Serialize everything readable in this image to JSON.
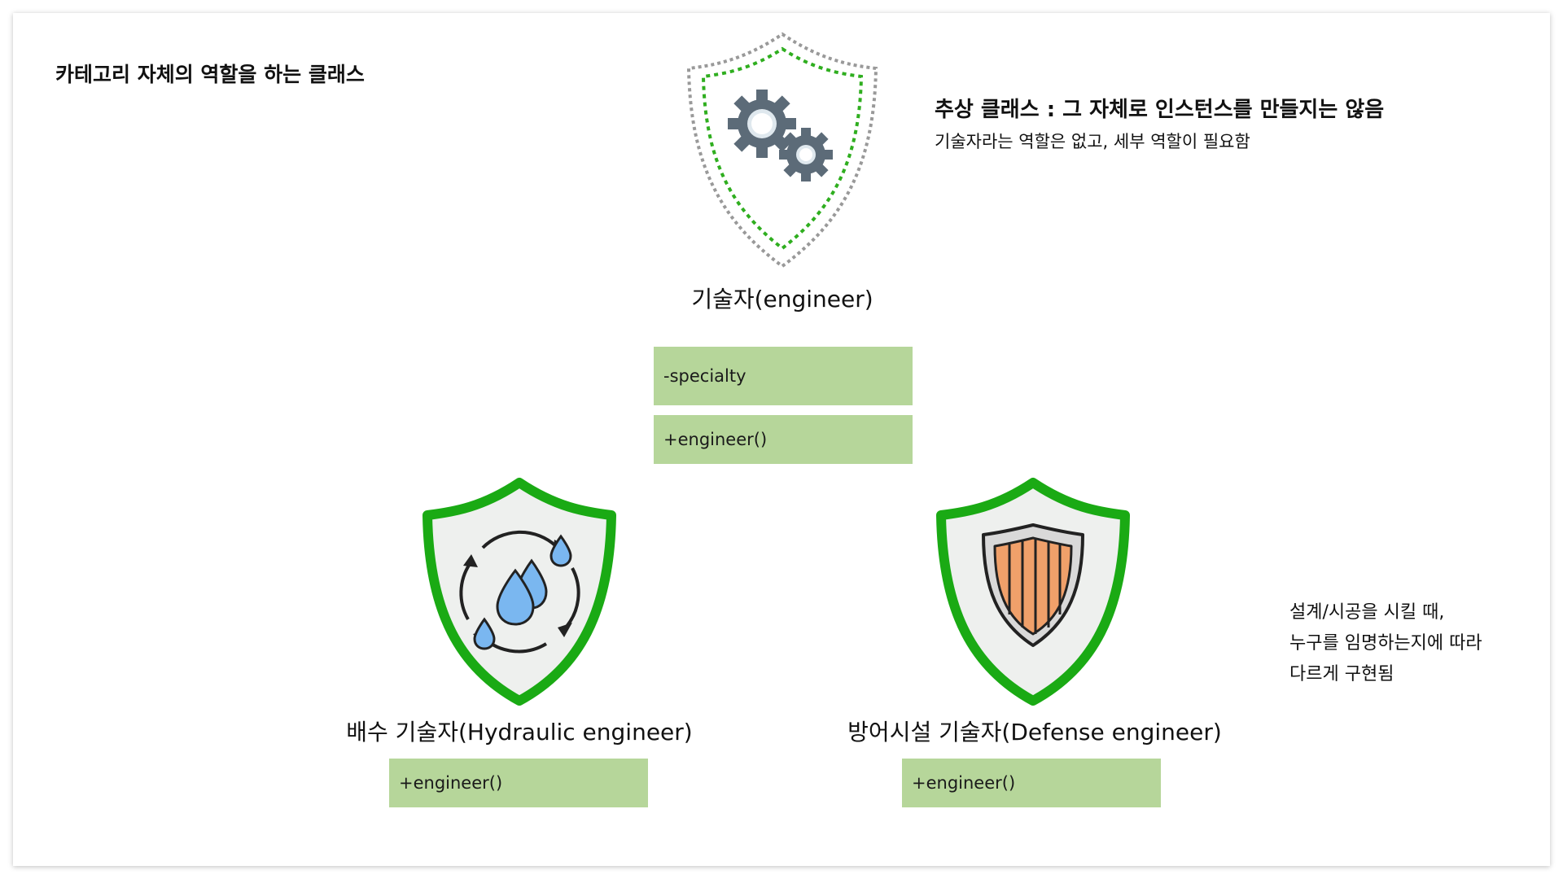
{
  "top_left_heading": "카테고리 자체의 역할을 하는 클래스",
  "abstract_note": {
    "title": "추상 클래스 : 그 자체로 인스턴스를 만들지는 않음",
    "subtitle": "기술자라는 역할은 없고, 세부 역할이 필요함"
  },
  "implementation_note": {
    "lines": [
      "설계/시공을 시킬 때,",
      "누구를 임명하는지에 따라",
      "다르게 구현됨"
    ]
  },
  "classes": {
    "engineer": {
      "label": "기술자(engineer)",
      "attribute": "-specialty",
      "method": "+engineer()",
      "icon": "gear-shield-icon"
    },
    "hydraulic": {
      "label": "배수 기술자(Hydraulic engineer)",
      "method": "+engineer()",
      "icon": "water-cycle-shield-icon"
    },
    "defense": {
      "label": "방어시설 기술자(Defense engineer)",
      "method": "+engineer()",
      "icon": "defense-shield-icon"
    }
  },
  "colors": {
    "uml_box": "#b6d69a",
    "shield_green": "#1aaa14",
    "shield_fill": "#eef0ee",
    "dotted_gray": "#999999",
    "dotted_green": "#2fae1f",
    "gear": "#5c6b78",
    "water": "#7ab7f0",
    "wall": "#f0a06a"
  }
}
